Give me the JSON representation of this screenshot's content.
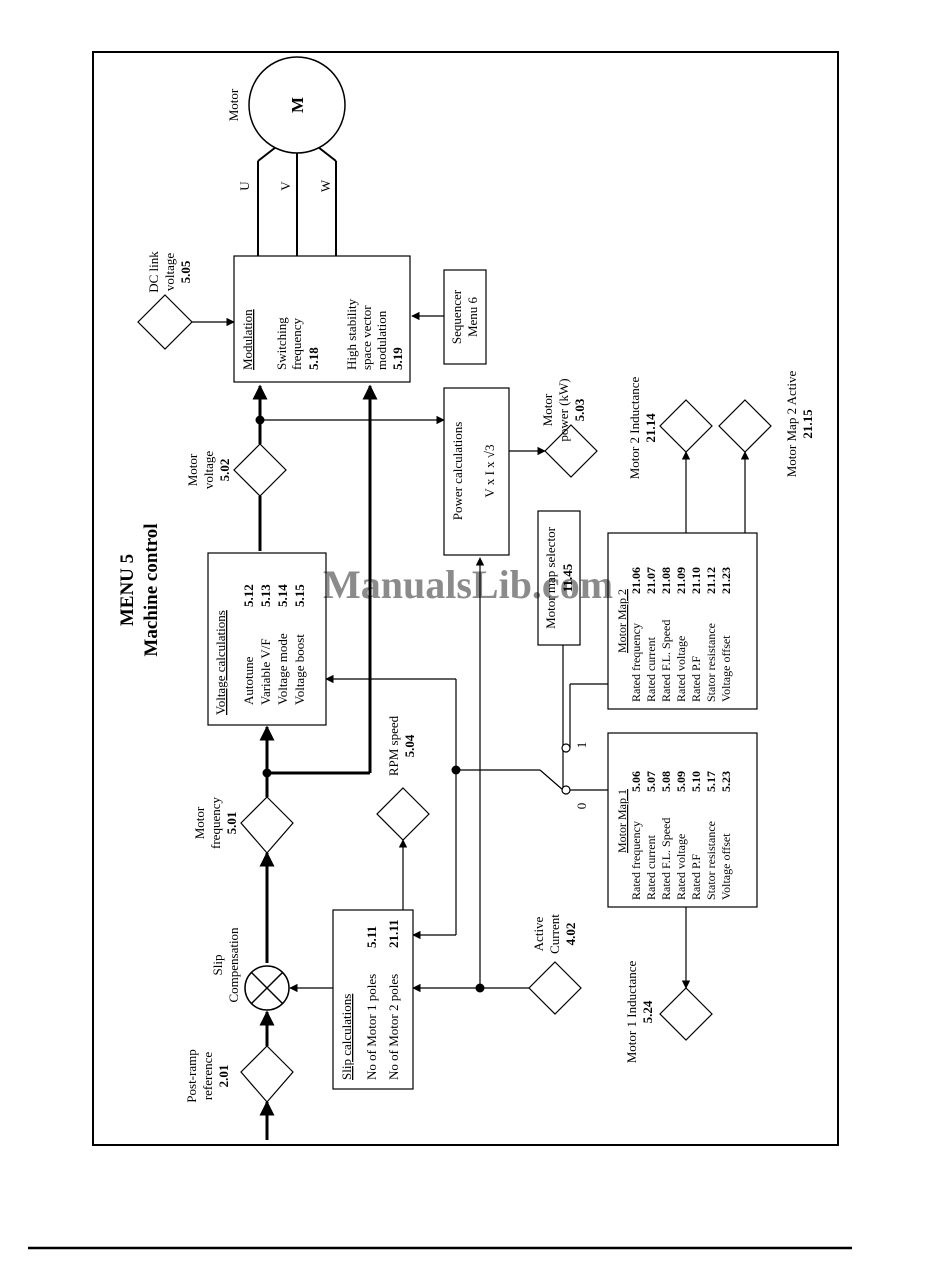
{
  "title": "MENU 5",
  "subtitle": "Machine control",
  "motor": {
    "caption": "Motor",
    "symbol": "M",
    "phases": [
      "U",
      "V",
      "W"
    ]
  },
  "dc_link": {
    "l1": "DC link",
    "l2": "voltage",
    "num": "5.05"
  },
  "modulation": {
    "heading": "Modulation",
    "sf1": "Switching",
    "sf2": "frequency",
    "sf_num": "5.18",
    "hs1": "High stability",
    "hs2": "space vector",
    "hs3": "modulation",
    "hs_num": "5.19"
  },
  "sequencer": {
    "l1": "Sequencer",
    "l2": "Menu 6"
  },
  "motor_voltage": {
    "l1": "Motor",
    "l2": "voltage",
    "num": "5.02"
  },
  "power_calc": {
    "l1": "Power calculations",
    "l2": "V x I x √3"
  },
  "motor_power": {
    "l1": "Motor",
    "l2": "power (kW)",
    "num": "5.03"
  },
  "motor2_inductance": {
    "label": "Motor 2 Inductance",
    "num": "21.14"
  },
  "motor_map2_active": {
    "label": "Motor Map 2 Active",
    "num": "21.15"
  },
  "voltage_calc": {
    "heading": "Voltage calculations",
    "rows": [
      {
        "label": "Autotune",
        "num": "5.12"
      },
      {
        "label": "Variable V/F",
        "num": "5.13"
      },
      {
        "label": "Voltage mode",
        "num": "5.14"
      },
      {
        "label": "Voltage boost",
        "num": "5.15"
      }
    ]
  },
  "map_selector": {
    "l1": "Motor map selector",
    "num": "11.45"
  },
  "motor_map2": {
    "heading": "Motor Map 2",
    "rows": [
      {
        "label": "Rated frequency",
        "num": "21.06"
      },
      {
        "label": "Rated current",
        "num": "21.07"
      },
      {
        "label": "Rated F.L. Speed",
        "num": "21.08"
      },
      {
        "label": "Rated voltage",
        "num": "21.09"
      },
      {
        "label": "Rated P.F",
        "num": "21.10"
      },
      {
        "label": "Stator resistance",
        "num": "21.12"
      },
      {
        "label": "Voltage offset",
        "num": "21.23"
      }
    ]
  },
  "motor_map1": {
    "heading": "Motor Map 1",
    "rows": [
      {
        "label": "Rated frequency",
        "num": "5.06"
      },
      {
        "label": "Rated current",
        "num": "5.07"
      },
      {
        "label": "Rated F.L. Speed",
        "num": "5.08"
      },
      {
        "label": "Rated voltage",
        "num": "5.09"
      },
      {
        "label": "Rated P.F",
        "num": "5.10"
      },
      {
        "label": "Stator resistance",
        "num": "5.17"
      },
      {
        "label": "Voltage offset",
        "num": "5.23"
      }
    ]
  },
  "switch": {
    "pos1": "1",
    "pos0": "0"
  },
  "motor_frequency": {
    "l1": "Motor",
    "l2": "frequency",
    "num": "5.01"
  },
  "rpm_speed": {
    "l1": "RPM speed",
    "num": "5.04"
  },
  "slip_comp": {
    "l1": "Slip",
    "l2": "Compensation"
  },
  "slip_calc": {
    "heading": "Slip calculations",
    "r1": "No of Motor 1 poles",
    "r1_num": "5.11",
    "r2": "No of Motor 2 poles",
    "r2_num": "21.11"
  },
  "active_current": {
    "l1": "Active",
    "l2": "Current",
    "num": "4.02"
  },
  "post_ramp": {
    "l1": "Post-ramp",
    "l2": "reference",
    "num": "2.01"
  },
  "motor1_inductance": {
    "label": "Motor 1 Inductance",
    "num": "5.24"
  },
  "watermark": "ManualsLib.com"
}
